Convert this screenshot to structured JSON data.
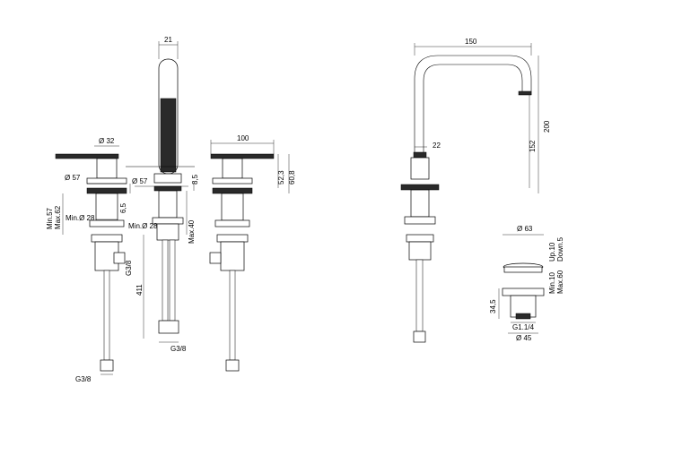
{
  "diagram": {
    "labels": {
      "d21": "21",
      "d32": "Ø 32",
      "d57a": "Ø 57",
      "d57b": "Ø 57",
      "d100": "100",
      "d6_5": "6,5",
      "d8_5": "8,5",
      "d52_3": "52,3",
      "d60_8": "60,8",
      "min57": "Min.57",
      "max62": "Max.62",
      "mind28a": "Min.Ø 28",
      "mind28b": "Min.Ø 28",
      "max40": "Max.40",
      "g38a": "G3/8",
      "g38b": "G3/8",
      "g38c": "G3/8",
      "d411": "411",
      "d150": "150",
      "d200": "200",
      "d152": "152",
      "d22": "22",
      "d63": "Ø 63",
      "up10": "Up.10",
      "down5": "Down.5",
      "min10": "Min.10",
      "max60": "Max.60",
      "d34_5": "34,5",
      "g1": "G1.1/4",
      "d45": "Ø 45"
    }
  }
}
